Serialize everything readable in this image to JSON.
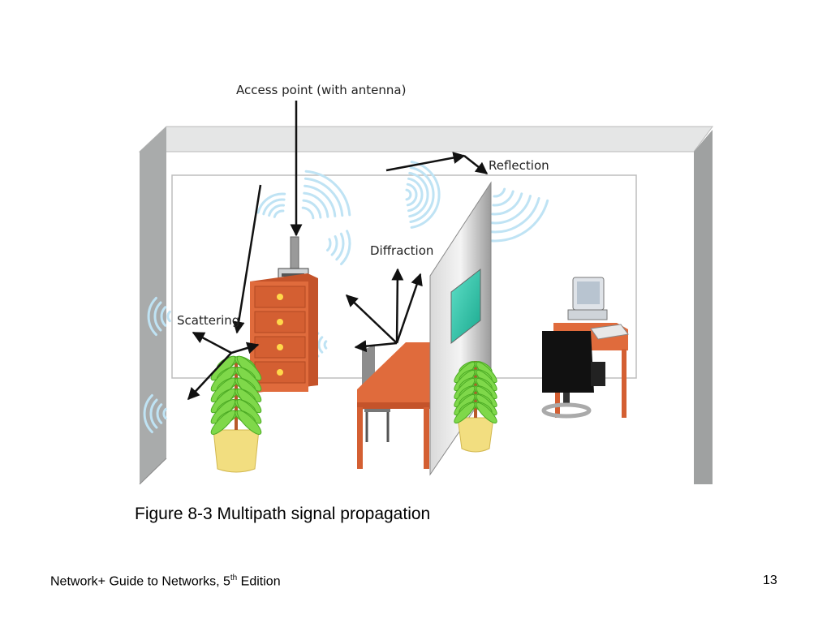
{
  "figure": {
    "labels": {
      "access_point": "Access point (with antenna)",
      "reflection": "Reflection",
      "diffraction": "Diffraction",
      "scattering": "Scattering"
    },
    "caption": "Figure 8-3 Multipath signal propagation"
  },
  "footer": {
    "title_prefix": "Network+ Guide to Networks, 5",
    "title_sup": "th",
    "title_suffix": " Edition",
    "page_number": "13"
  },
  "colors": {
    "wall": "#a9abab",
    "wave": "#bfe3f4",
    "furniture": "#e06b3c",
    "plant": "#7fd84a",
    "pot": "#f2de80"
  }
}
